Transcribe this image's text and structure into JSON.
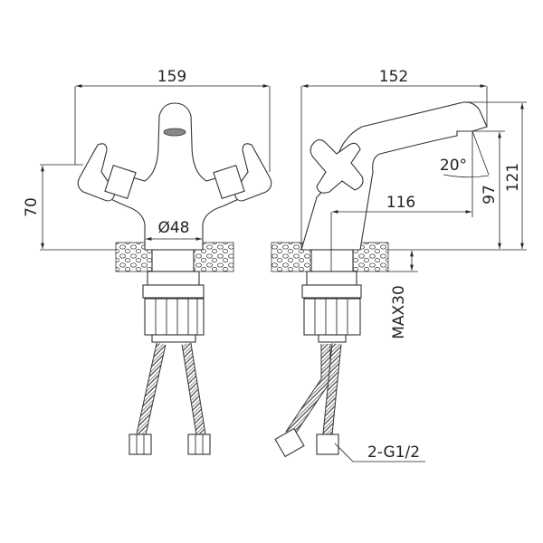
{
  "front_view": {
    "width_label": "159",
    "height_label": "70",
    "diameter_label": "Ø48"
  },
  "side_view": {
    "length_label": "152",
    "angle_label": "20°",
    "reach_label": "116",
    "outlet_height_label": "97",
    "total_height_label": "121",
    "max_thickness_label": "MAX30",
    "connection_label": "2-G1/2"
  }
}
